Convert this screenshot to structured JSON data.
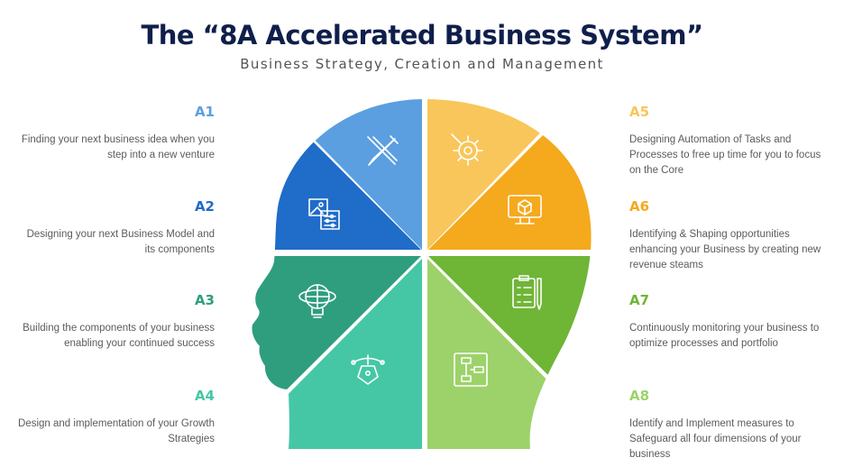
{
  "header": {
    "title": "The “8A Accelerated Business System”",
    "subtitle": "Business Strategy, Creation and Management"
  },
  "items": [
    {
      "code": "A1",
      "color": "#5b9fe0",
      "description": "Finding your next business idea when you step into a new venture",
      "icon": "pencil-ruler-icon"
    },
    {
      "code": "A2",
      "color": "#1f6cc9",
      "description": "Designing your next Business Model and its components",
      "icon": "image-sliders-icon"
    },
    {
      "code": "A3",
      "color": "#2f9e7e",
      "description": "Building the components of your business enabling your continued success",
      "icon": "globe-bulb-icon"
    },
    {
      "code": "A4",
      "color": "#45c7a6",
      "description": "Design and implementation of your Growth Strategies",
      "icon": "pen-tool-icon"
    },
    {
      "code": "A5",
      "color": "#f8c65a",
      "description": "Designing Automation of Tasks and Processes to free up time for you to focus on the Core",
      "icon": "gear-wrench-icon"
    },
    {
      "code": "A6",
      "color": "#f5a91d",
      "description": "Identifying & Shaping opportunities enhancing your Business by creating new revenue steams",
      "icon": "monitor-cube-icon"
    },
    {
      "code": "A7",
      "color": "#6fb536",
      "description": "Continuously monitoring your business to optimize processes and portfolio",
      "icon": "clipboard-pen-icon"
    },
    {
      "code": "A8",
      "color": "#9dd26a",
      "description": "Identify and Implement measures to Safeguard all four dimensions of your business",
      "icon": "flowchart-icon"
    }
  ]
}
